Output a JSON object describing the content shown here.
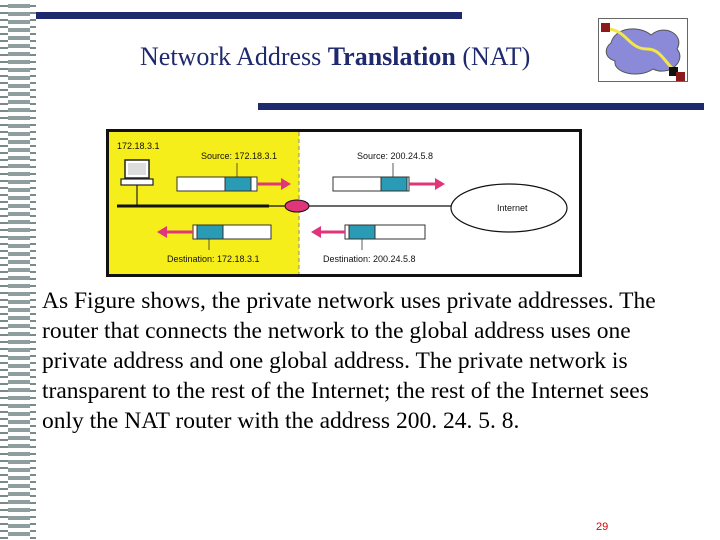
{
  "slide": {
    "title_part1": "Network Address ",
    "title_part2": "Translation",
    "title_part3": " (NAT)",
    "body": "As Figure shows, the private network uses private addresses. The router that connects the network to the global address uses one private address and one global address. The private network is transparent to the rest of the Internet; the rest of the Internet sees only the NAT router with the address 200. 24. 5. 8.",
    "page_number": "29"
  },
  "figure": {
    "host_address": "172.18.3.1",
    "source_private": "Source: 172.18.3.1",
    "source_public": "Source: 200.24.5.8",
    "dest_private": "Destination: 172.18.3.1",
    "dest_public": "Destination: 200.24.5.8",
    "internet_label": "Internet",
    "colors": {
      "private_bg": "#f5ee1a",
      "packet_field": "#2a9bb5",
      "arrow": "#e0357a",
      "title_blue": "#1f2a6e"
    }
  }
}
